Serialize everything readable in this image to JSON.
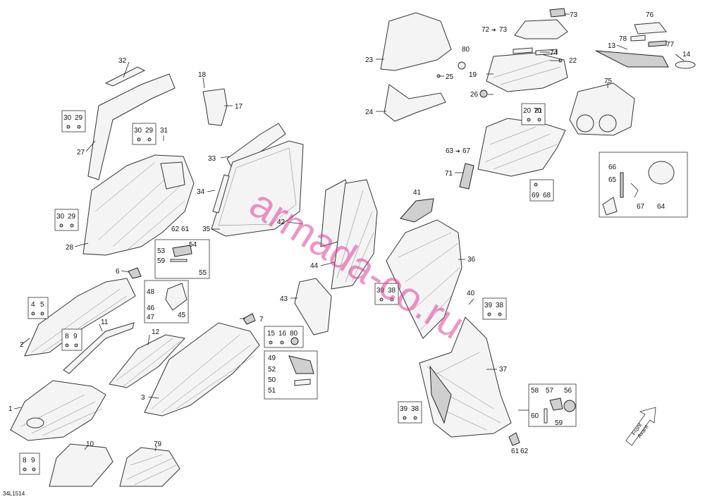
{
  "drawing_code": "34L1514",
  "watermark": "armada-co.ru",
  "front_label": "Front",
  "front_label_fr": "Avant",
  "callouts": {
    "c1": "1",
    "c2": "2",
    "c3": "3",
    "c6": "6",
    "c7": "7",
    "c10": "10",
    "c11": "11",
    "c12": "12",
    "c13": "13",
    "c14": "14",
    "c17": "17",
    "c18": "18",
    "c19": "19",
    "c22": "22",
    "c23": "23",
    "c24": "24",
    "c25": "25",
    "c26": "26",
    "c27": "27",
    "c28": "28",
    "c31": "31",
    "c32": "32",
    "c33": "33",
    "c34": "34",
    "c35": "35",
    "c36": "36",
    "c37": "37",
    "c40": "40",
    "c41": "41",
    "c42": "42",
    "c43": "43",
    "c44": "44",
    "c61b": "61",
    "c62b": "62",
    "c63": "63",
    "c64": "64",
    "c65": "65",
    "c66": "66",
    "c67": "67",
    "c67b": "67",
    "c70": "70",
    "c71": "71",
    "c72": "72",
    "c73": "73",
    "c73b": "73",
    "c74": "74",
    "c75": "75",
    "c76": "76",
    "c77": "77",
    "c78": "78",
    "c79": "79",
    "c80": "80",
    "c80b": "80"
  },
  "boxes": {
    "b3029a": [
      "30",
      "29"
    ],
    "b3029b": [
      "30",
      "29"
    ],
    "b3029c": [
      "30",
      "29"
    ],
    "b45": [
      "4",
      "5"
    ],
    "b89a": [
      "8",
      "9"
    ],
    "b89b": [
      "8",
      "9"
    ],
    "b2021": [
      "20",
      "21"
    ],
    "b6968": [
      "69",
      "68"
    ],
    "b3938a": [
      "39",
      "38"
    ],
    "b3938b": [
      "39",
      "38"
    ],
    "b3938c": [
      "39",
      "38"
    ],
    "b6162": [
      "62",
      "61"
    ],
    "b151680": [
      "15",
      "16",
      "80"
    ],
    "b_group_53": [
      "53",
      "54",
      "59",
      "55"
    ],
    "b_group_48": [
      "48",
      "46",
      "47",
      "45"
    ],
    "b_group_49": [
      "49",
      "52",
      "50",
      "51"
    ],
    "b_group_58": [
      "58",
      "57",
      "56",
      "60",
      "59"
    ]
  }
}
